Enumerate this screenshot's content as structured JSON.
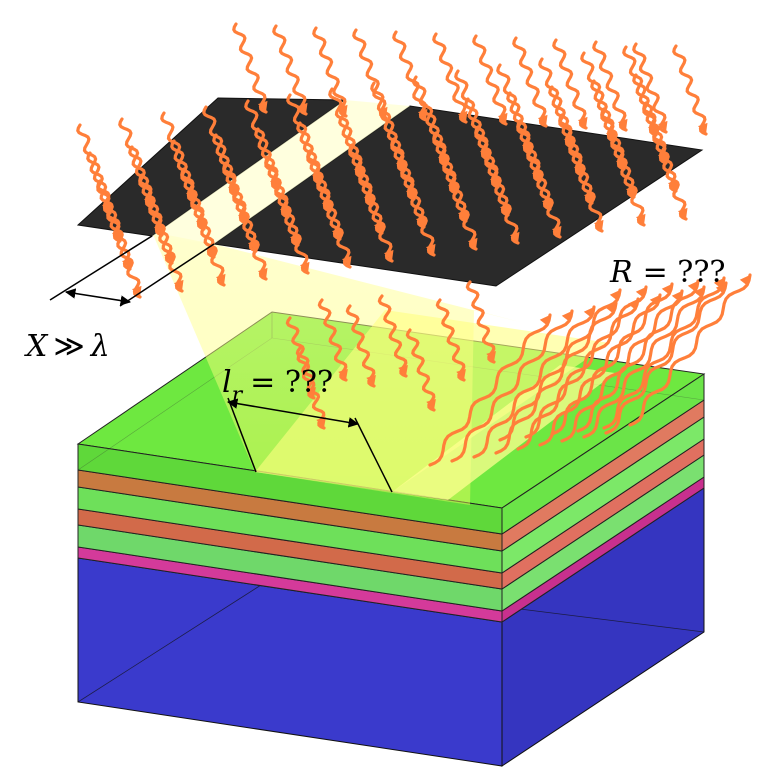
{
  "labels": {
    "x_symbol": "X",
    "x_relation": "≫",
    "x_lambda": "λ",
    "r_symbol": "R",
    "r_value": "= ???",
    "lr_symbol": "l",
    "lr_subscript": "r",
    "lr_value": "= ???"
  },
  "colors": {
    "wave": "#ff7f3a",
    "mask": "#2a2a2a",
    "beam": "#ffff88",
    "green_layer": "#5cff3c",
    "red_layer": "#ff5a48",
    "magenta_layer": "#d43a9a",
    "substrate": "#3a3acc"
  },
  "structure": {
    "layers_top_to_bottom": [
      "green",
      "red",
      "green",
      "red",
      "green",
      "magenta",
      "substrate"
    ]
  }
}
